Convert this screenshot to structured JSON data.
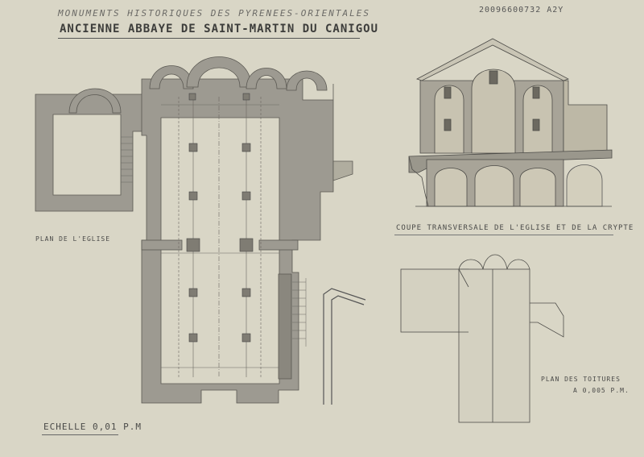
{
  "header": {
    "line1": "MONUMENTS HISTORIQUES DES PYRENEES-ORIENTALES",
    "title": "ANCIENNE ABBAYE DE SAINT-MARTIN DU CANIGOU",
    "reference": "20096600732 A2Y"
  },
  "labels": {
    "plan_eglise": "PLAN DE L'EGLISE",
    "coupe": "COUPE TRANSVERSALE DE L'EGLISE ET DE LA CRYPTE",
    "plan_toitures": "PLAN DES TOITURES",
    "scale_roof": "A 0,005 P.M.",
    "scale_main": "ECHELLE 0,01 P.M"
  },
  "colors": {
    "paper": "#d9d6c6",
    "ink": "#4a4a48",
    "wall_fill": "#9d9a91",
    "wall_dark": "#8a877e"
  }
}
